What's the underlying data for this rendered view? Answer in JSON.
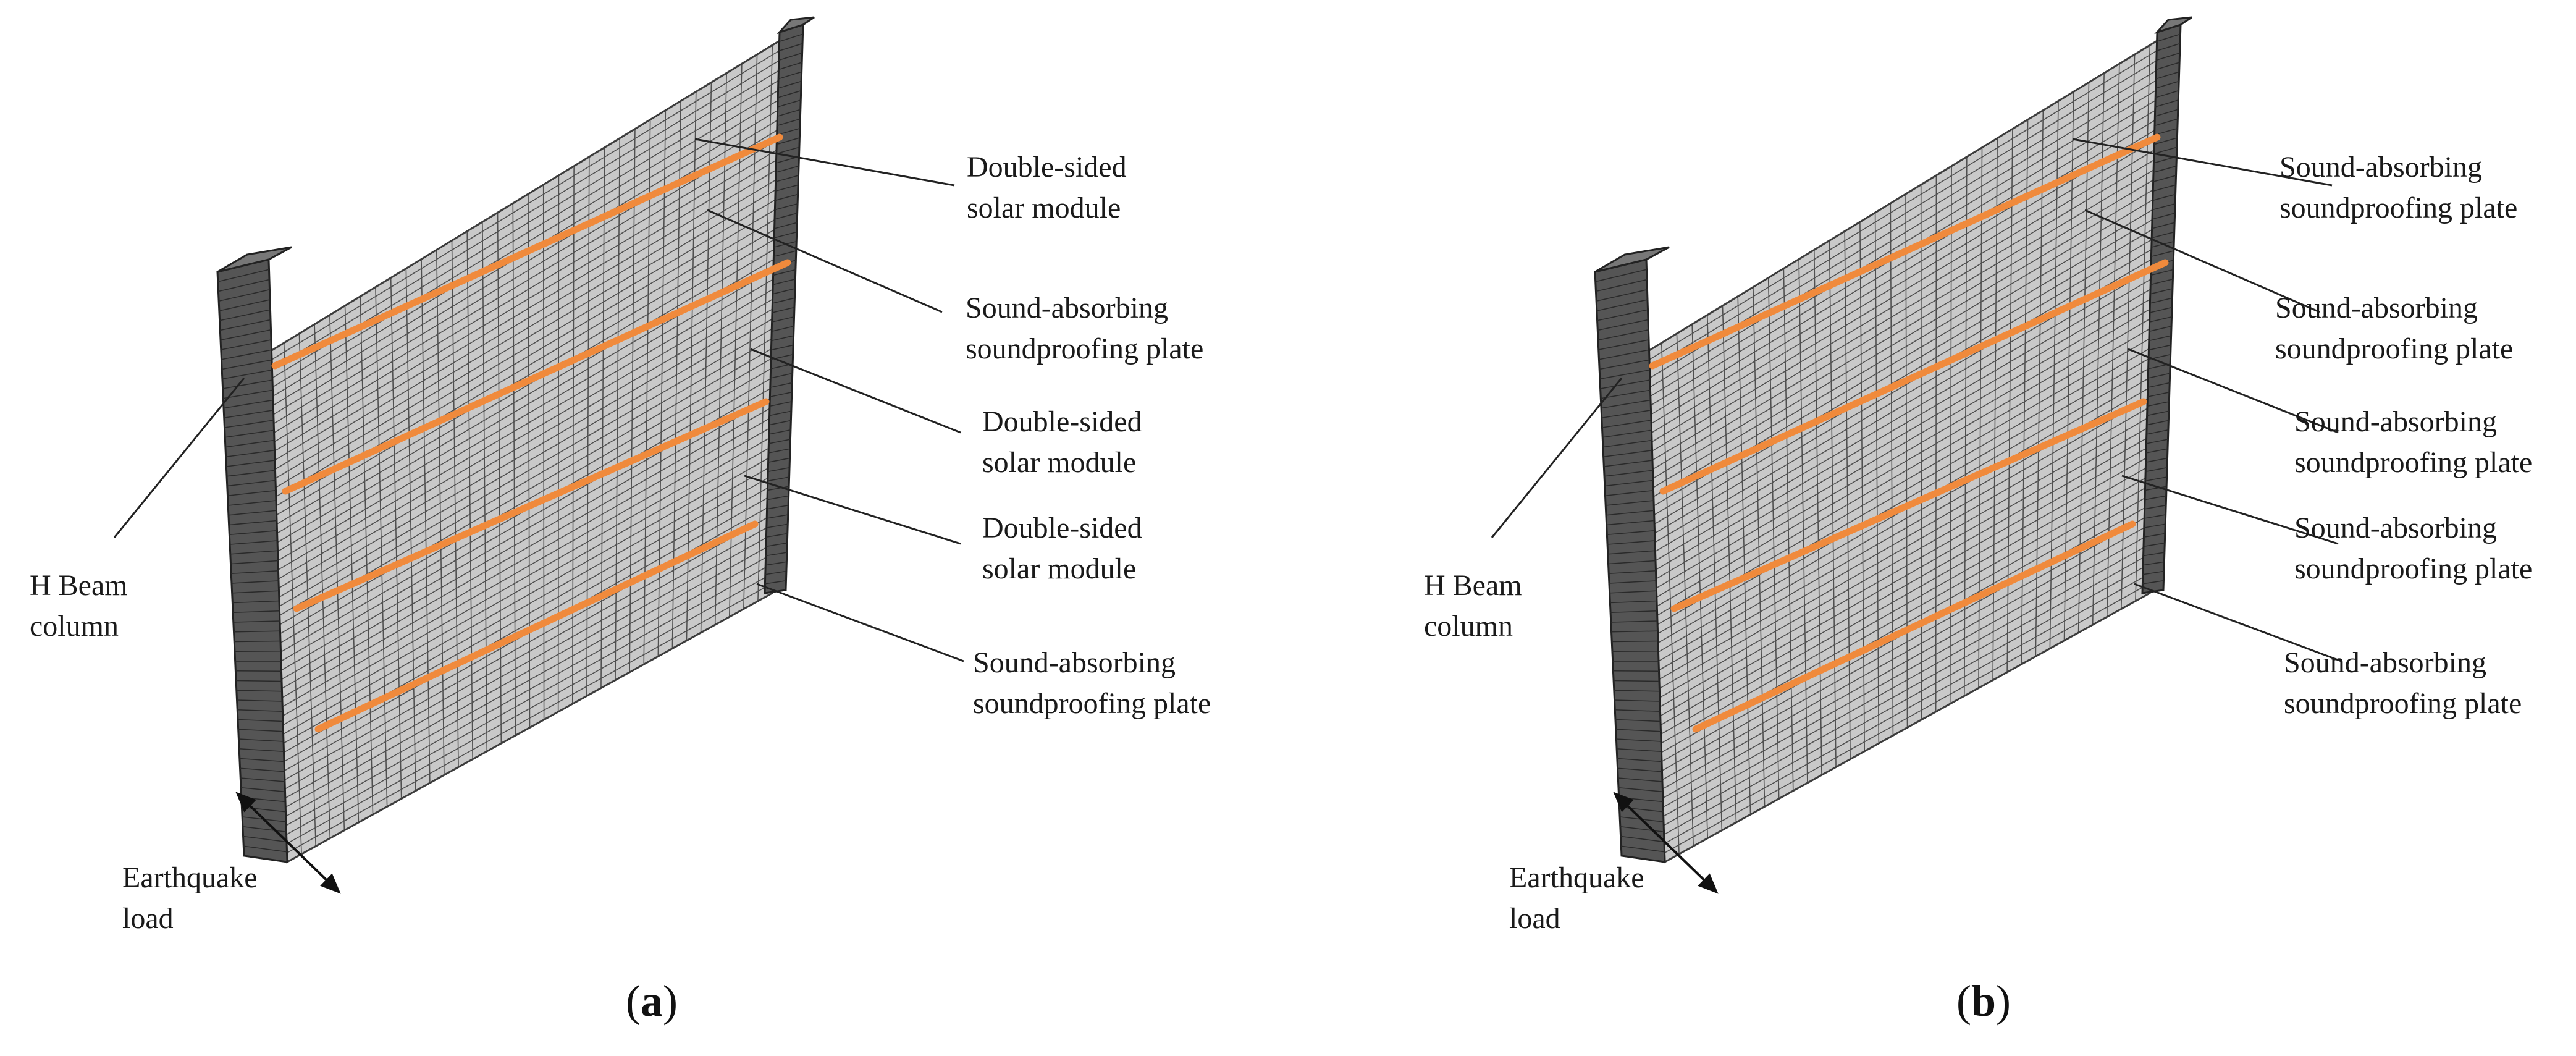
{
  "panels": [
    {
      "id": "a",
      "caption_letter": "a",
      "column_label": [
        "H Beam",
        "column"
      ],
      "load_label": [
        "Earthquake",
        "load"
      ],
      "layers": [
        [
          "Double-sided",
          "solar module"
        ],
        [
          "Sound-absorbing",
          "soundproofing plate"
        ],
        [
          "Double-sided",
          "solar module"
        ],
        [
          "Double-sided",
          "solar module"
        ],
        [
          "Sound-absorbing",
          "soundproofing plate"
        ]
      ]
    },
    {
      "id": "b",
      "caption_letter": "b",
      "column_label": [
        "H Beam",
        "column"
      ],
      "load_label": [
        "Earthquake",
        "load"
      ],
      "layers": [
        [
          "Sound-absorbing",
          "soundproofing plate"
        ],
        [
          "Sound-absorbing",
          "soundproofing plate"
        ],
        [
          "Sound-absorbing",
          "soundproofing plate"
        ],
        [
          "Sound-absorbing",
          "soundproofing plate"
        ],
        [
          "Sound-absorbing",
          "soundproofing plate"
        ]
      ]
    }
  ],
  "colors": {
    "panel_fill": "#c9c9c9",
    "mesh_line": "#3c3c3c",
    "column_fill": "#555555",
    "orange_stripe": "#f08a3c",
    "leader_line": "#222222"
  }
}
